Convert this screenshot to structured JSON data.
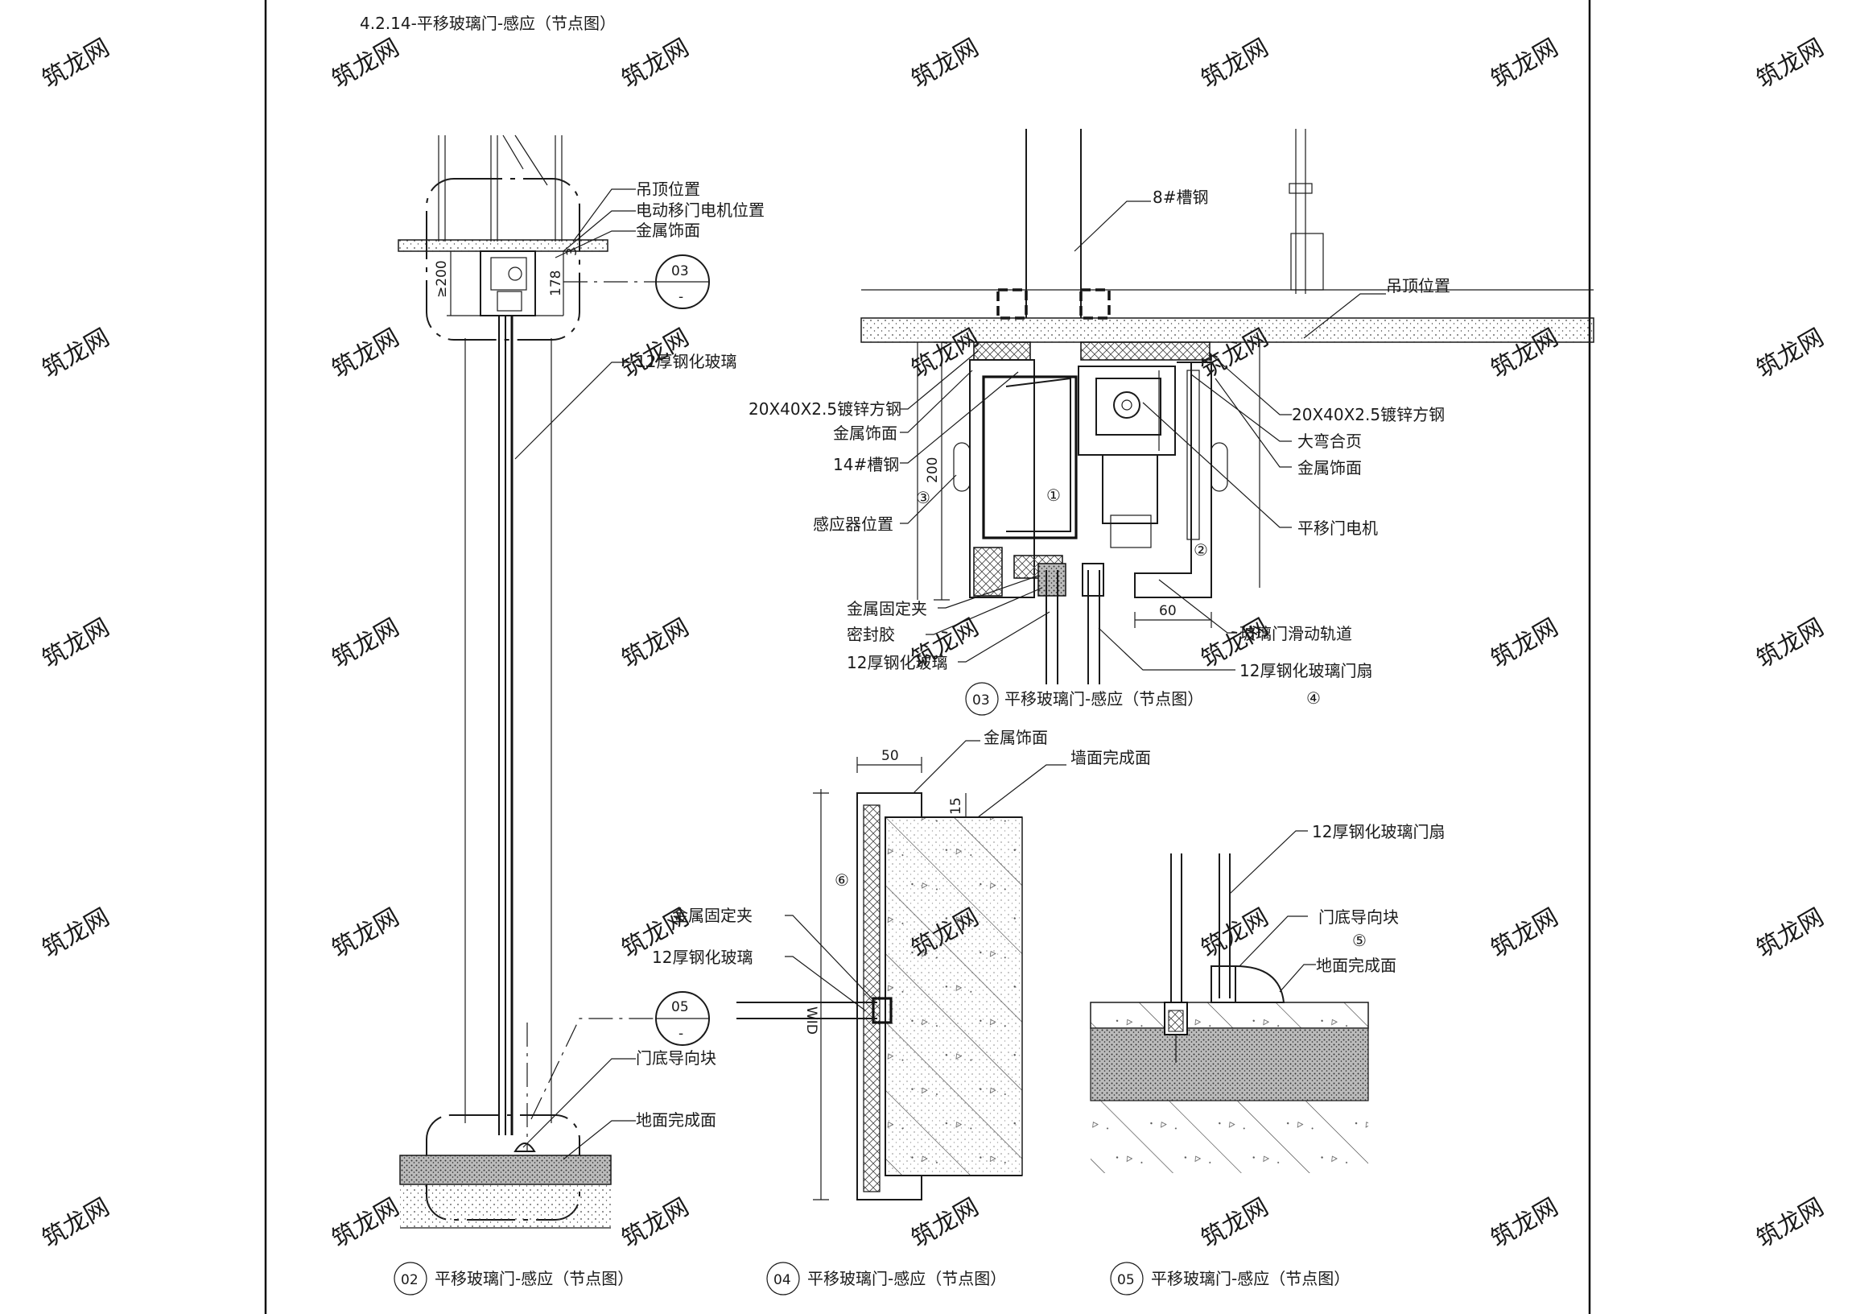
{
  "sheet_title": "4.2.14-平移玻璃门-感应（节点图）",
  "watermark": "筑龙网",
  "views": [
    {
      "id": "v02",
      "number": "02",
      "caption": "平移玻璃门-感应（节点图）"
    },
    {
      "id": "v03",
      "number": "03",
      "caption": "平移玻璃门-感应（节点图）"
    },
    {
      "id": "v04",
      "number": "04",
      "caption": "平移玻璃门-感应（节点图）"
    },
    {
      "id": "v05",
      "number": "05",
      "caption": "平移玻璃门-感应（节点图）"
    }
  ],
  "view02": {
    "labels": [
      "吊顶位置",
      "电动移门电机位置",
      "金属饰面",
      "12厚钢化玻璃",
      "门底导向块",
      "地面完成面"
    ],
    "dims": [
      "≥200",
      "178",
      "3"
    ],
    "callouts": [
      {
        "num": "03",
        "sub": "-"
      },
      {
        "num": "05",
        "sub": "-"
      }
    ]
  },
  "view03": {
    "labels_left": [
      "20X40X2.5镀锌方钢",
      "金属饰面",
      "14#槽钢",
      "感应器位置",
      "金属固定夹",
      "密封胶",
      "12厚钢化玻璃"
    ],
    "labels_right": [
      "20X40X2.5镀锌方钢",
      "大弯合页",
      "金属饰面",
      "平移门电机",
      "玻璃门滑动轨道",
      "12厚钢化玻璃门扇"
    ],
    "top_labels": [
      "8#槽钢",
      "吊顶位置"
    ],
    "dims": [
      "200",
      "60"
    ],
    "markers": [
      "①",
      "②",
      "③",
      "④"
    ]
  },
  "view04": {
    "labels": [
      "金属饰面",
      "墙面完成面",
      "金属固定夹",
      "12厚钢化玻璃"
    ],
    "dims": [
      "50",
      "15",
      "WID"
    ],
    "markers": [
      "⑥"
    ]
  },
  "view05": {
    "labels": [
      "12厚钢化玻璃门扇",
      "门底导向块",
      "地面完成面"
    ],
    "markers": [
      "⑤"
    ]
  }
}
